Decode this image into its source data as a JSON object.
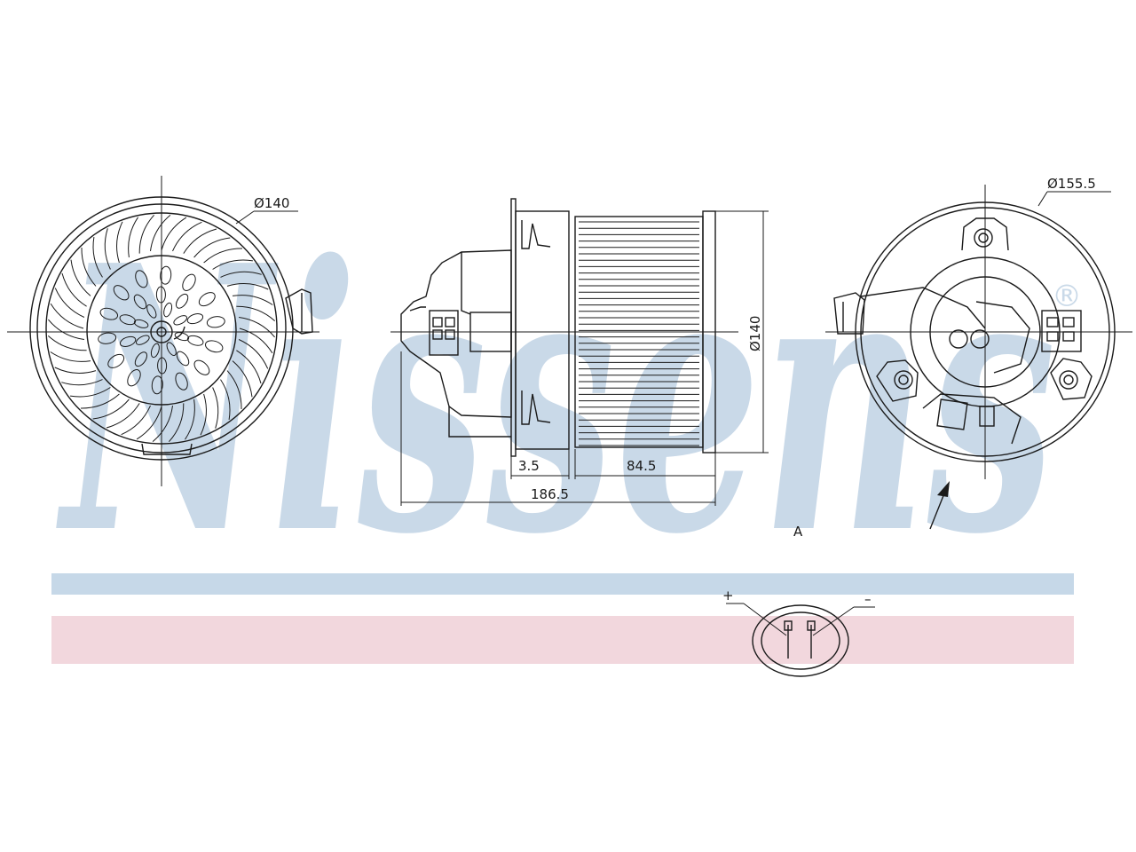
{
  "watermark": {
    "text": "Nissens",
    "registered_mark": "®",
    "color": "#c9d9e8"
  },
  "bands": {
    "blue_color": "#c6d8e8",
    "pink_color": "#f2d7dd"
  },
  "dimensions": {
    "front_diameter": "Ø140",
    "side_diameter": "Ø140",
    "rear_diameter": "Ø155.5",
    "flange_offset": "3.5",
    "wheel_length": "84.5",
    "overall_length": "186.5"
  },
  "view_label": "A",
  "connector": {
    "plus_label": "+",
    "minus_label": "–"
  }
}
